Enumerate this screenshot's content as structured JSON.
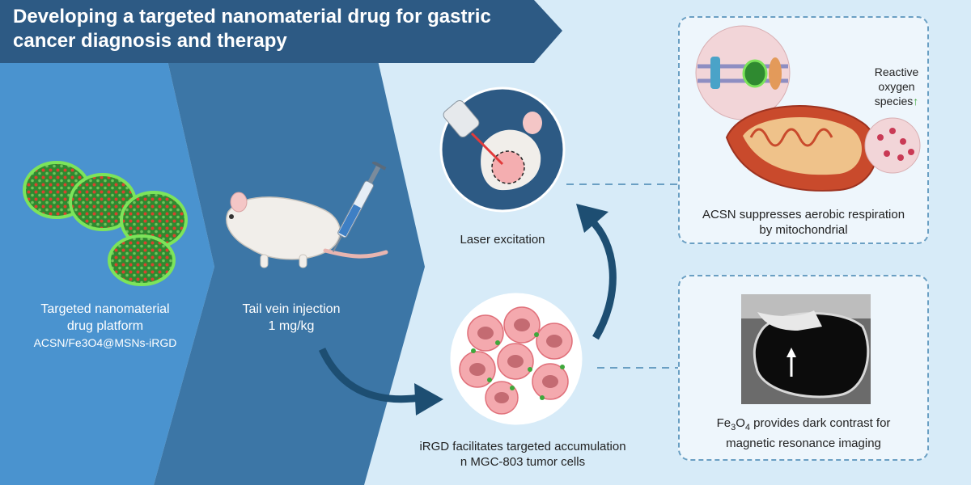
{
  "title": {
    "line1": "Developing a targeted nanomaterial drug for gastric",
    "line2": "cancer diagnosis and therapy"
  },
  "platform": {
    "line1": "Targeted nanomaterial",
    "line2": "drug platform",
    "line3": "ACSN/Fe3O4@MSNs-iRGD"
  },
  "injection": {
    "line1": "Tail vein injection",
    "line2": "1 mg/kg"
  },
  "laser": {
    "label": "Laser excitation"
  },
  "accumulation": {
    "line1": "iRGD facilitates targeted accumulation",
    "line2": "n MGC-803 tumor cells"
  },
  "respiration": {
    "line1": "ACSN suppresses aerobic respiration",
    "line2": "by mitochondrial"
  },
  "ros": {
    "line1": "Reactive",
    "line2": "oxygen",
    "line3": "species",
    "arrow": "↑"
  },
  "mri": {
    "prefix": "Fe",
    "sub3": "3",
    "mid": "O",
    "sub4": "4",
    "suffix": " provides dark contrast for",
    "line2": "magnetic resonance imaging"
  },
  "colors": {
    "panel1": "#4a93cf",
    "panel2": "#3c76a6",
    "panel3": "#d7ebf8",
    "title_band": "#2d5a84",
    "arrow": "#1d4e72",
    "green": "#3ea83b"
  }
}
